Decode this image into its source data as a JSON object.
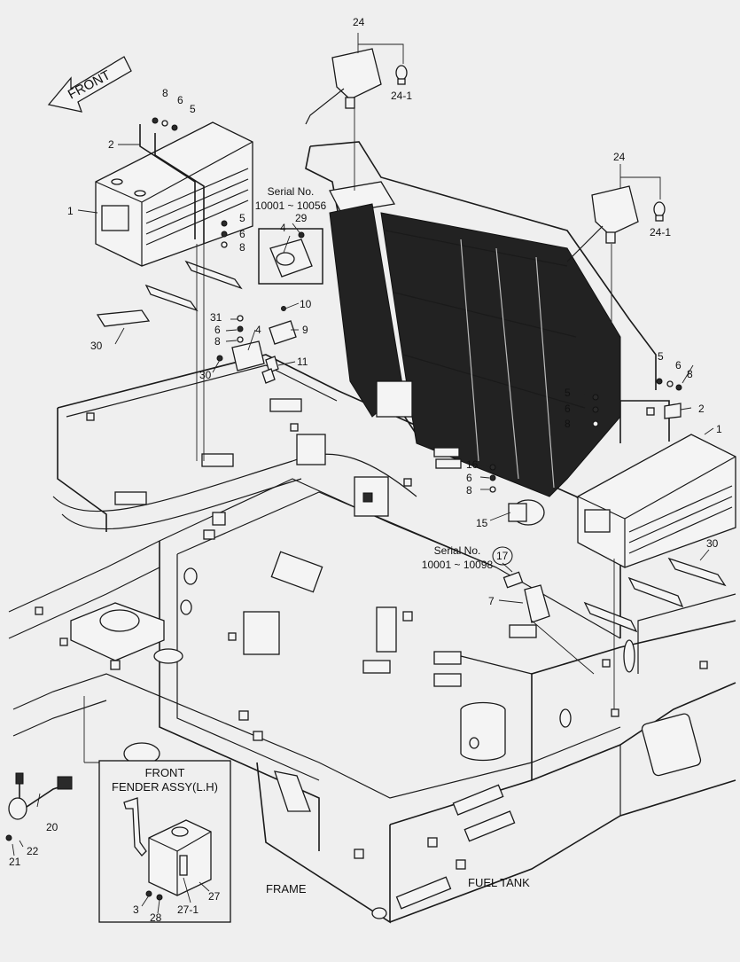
{
  "direction": "FRONT",
  "serial_notes": [
    {
      "title": "Serial No.",
      "range": "10001 ~ 10056"
    },
    {
      "title": "Serial No.",
      "range": "10001 ~ 10098"
    }
  ],
  "inset": {
    "line1": "FRONT",
    "line2": "FENDER ASSY(L.H)"
  },
  "area_labels": {
    "frame": "FRAME",
    "fuel_tank": "FUEL TANK"
  },
  "callouts": [
    "24",
    "24-1",
    "8",
    "6",
    "5",
    "2",
    "1",
    "5",
    "6",
    "8",
    "29",
    "4",
    "10",
    "9",
    "31",
    "6",
    "8",
    "4",
    "30",
    "11",
    "30",
    "24",
    "24-1",
    "5",
    "6",
    "8",
    "5",
    "6",
    "8",
    "2",
    "1",
    "16",
    "6",
    "8",
    "15",
    "17",
    "7",
    "30",
    "20",
    "22",
    "21",
    "3",
    "28",
    "27-1",
    "27"
  ]
}
